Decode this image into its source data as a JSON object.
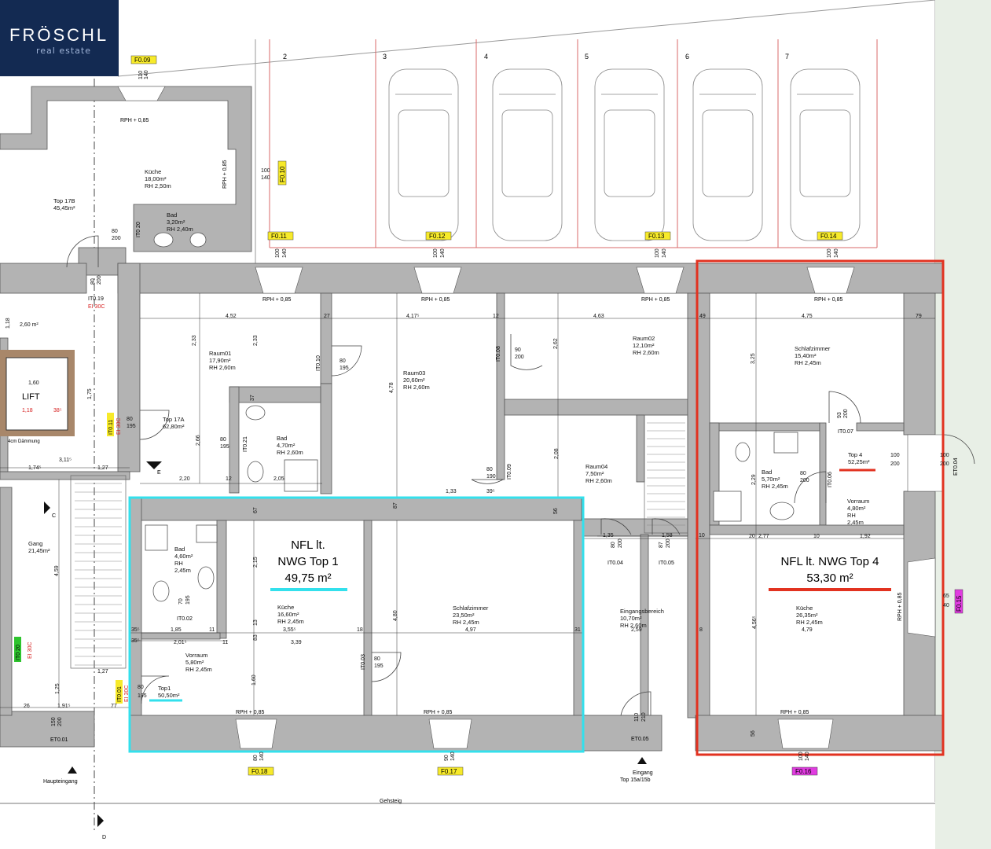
{
  "logo": {
    "brand": "FRÖSCHL",
    "sub": "real estate"
  },
  "colors": {
    "wall": "#b3b3b3",
    "top1": "#33e0ec",
    "top4": "#e23220",
    "tag_yellow": "#f7ea2a",
    "tag_green": "#2ec42e",
    "tag_magenta": "#e03ce0",
    "parking_line": "#d86a6a",
    "lift_frame": "#a8876a"
  },
  "parking_numbers": [
    "2",
    "3",
    "4",
    "5",
    "6",
    "7"
  ],
  "windows": {
    "f009": "F0.09",
    "f010": "F0.10",
    "f011": "F0.11",
    "f012": "F0.12",
    "f013": "F0.13",
    "f014": "F0.14",
    "f015": "F0.15",
    "f016": "F0.16",
    "f017": "F0.17",
    "f018": "F0.18"
  },
  "rooms": {
    "kueche17b": [
      "Küche",
      "18,00m²",
      "RH 2,50m"
    ],
    "top17b": [
      "Top 17B",
      "45,45m²"
    ],
    "bad17b": [
      "Bad",
      "3,20m²",
      "RH 2,40m"
    ],
    "raum01": [
      "Raum01",
      "17,90m²",
      "RH 2,60m"
    ],
    "raum03": [
      "Raum03",
      "20,60m²",
      "RH 2,60m"
    ],
    "raum02": [
      "Raum02",
      "12,10m²",
      "RH 2,60m"
    ],
    "schlaf4": [
      "Schlafzimmer",
      "15,40m²",
      "RH 2,45m"
    ],
    "top17a": [
      "Top 17A",
      "62,80m²"
    ],
    "bad17a": [
      "Bad",
      "4,70m²",
      "RH 2,60m"
    ],
    "raum04": [
      "Raum04",
      "7,50m²",
      "RH 2,60m"
    ],
    "bad4": [
      "Bad",
      "5,70m²",
      "RH 2,45m"
    ],
    "top4": [
      "Top 4",
      "52,25m²"
    ],
    "vorraum4": [
      "Vorraum",
      "4,80m²",
      "RH",
      "2,45m"
    ],
    "gang": [
      "Gang",
      "21,45m²"
    ],
    "bad1": [
      "Bad",
      "4,60m²",
      "RH",
      "2,45m"
    ],
    "kueche1": [
      "Küche",
      "16,60m²",
      "RH 2,45m"
    ],
    "schlaf1": [
      "Schlafzimmer",
      "23,50m²",
      "RH 2,45m"
    ],
    "eingang": [
      "Eingangsbereich",
      "10,70m²",
      "RH 2,60m"
    ],
    "kueche4": [
      "Küche",
      "26,35m²",
      "RH 2,45m"
    ],
    "vorraum1": [
      "Vorraum",
      "5,80m²",
      "RH 2,45m"
    ],
    "top1": [
      "Top1",
      "50,50m²"
    ]
  },
  "highlights": {
    "top1": {
      "title1": "NFL lt.",
      "title2": "NWG Top 1",
      "area": "49,75 m²"
    },
    "top4": {
      "title": "NFL lt. NWG Top 4",
      "area": "53,30 m²"
    }
  },
  "labels": {
    "rph085": "RPH + 0,85",
    "lift": "LIFT",
    "daemmung": "4cm Dämmung",
    "haupteingang": "Haupteingang",
    "eingang1": "Eingang",
    "eingang2": "Top 15a/15b",
    "gehsteig": "Gehsteig",
    "et001": "ET0.01",
    "et005": "ET0.05",
    "it019": "IT0.19",
    "it010": "IT0.10",
    "it008": "IT0.08",
    "it011": "IT0.11",
    "it021": "IT0.21",
    "it009": "IT0.09",
    "it007": "IT0.07",
    "it006": "IT0.06",
    "it004": "IT0.04",
    "it005": "IT0.05",
    "it002": "IT0.02",
    "it003": "IT0.03",
    "it001": "IT0.01",
    "it020": "IT0 20",
    "ei30c": "EI 30C",
    "et004": "ET0.04",
    "sec_c": "C",
    "sec_d": "D",
    "sec_e": "E"
  },
  "dims": {
    "d452": "4,52",
    "d27": "27",
    "d417": "4,17⁵",
    "d12": "12",
    "d463": "4,63",
    "d49": "49",
    "d475": "4,75",
    "d79": "79",
    "d260": "2,60 m²",
    "d118": "1,18",
    "d160": "1,60",
    "d118b": "1,18",
    "d38": "38⁵",
    "d175": "1,75",
    "d233a": "2,33",
    "d233b": "2,33",
    "d478": "4,78",
    "d262": "2,62",
    "d325": "3,25",
    "d266": "2,66",
    "d220": "2,20",
    "d12b": "12",
    "d205": "2,05",
    "d133": "1,33",
    "d39": "39⁵",
    "d37": "37",
    "d208": "2,08",
    "d311": "3,11⁵",
    "d174": "1,74⁵",
    "d127": "1,27",
    "d135": "1,35",
    "d158": "1,58",
    "d277": "2,77",
    "d192": "1,92",
    "d10": "10",
    "d20": "20",
    "d215": "2,15",
    "d480": "4,80",
    "d185": "1,85",
    "d355": "3,55⁵",
    "d339": "3,39",
    "d201": "2,01⁵",
    "d497": "4,97",
    "d259": "2,59",
    "d479": "4,79",
    "d456": "4,56⁵",
    "d229": "2,29",
    "d160b": "1,60",
    "d459": "4,59",
    "d125": "1,25",
    "d191": "1,91⁵",
    "d26": "26",
    "d77": "77",
    "d127b": "1,27",
    "d35": "35⁵",
    "d11": "11",
    "d18": "18",
    "d31": "31",
    "d8": "8",
    "d83": "83",
    "d13": "13",
    "d67": "67",
    "d87": "87",
    "d56": "56"
  },
  "openings": {
    "w110_140": [
      "110",
      "140"
    ],
    "w100_140": [
      "100",
      "140"
    ],
    "w80_140": [
      "80",
      "140"
    ],
    "w90_140": [
      "90",
      "140"
    ],
    "w65_40": [
      "65",
      "40"
    ],
    "d80_200": [
      "80",
      "200"
    ],
    "d80_195": [
      "80",
      "195"
    ],
    "d90_200": [
      "90",
      "200"
    ],
    "d80_190": [
      "80",
      "190"
    ],
    "d93_200": [
      "93",
      "200"
    ],
    "d100_200": [
      "100",
      "200"
    ],
    "d87_200": [
      "87",
      "200"
    ],
    "d70_195": [
      "70",
      "195"
    ],
    "d110_210": [
      "110",
      "210"
    ],
    "d150_200": [
      "150",
      "200"
    ]
  }
}
